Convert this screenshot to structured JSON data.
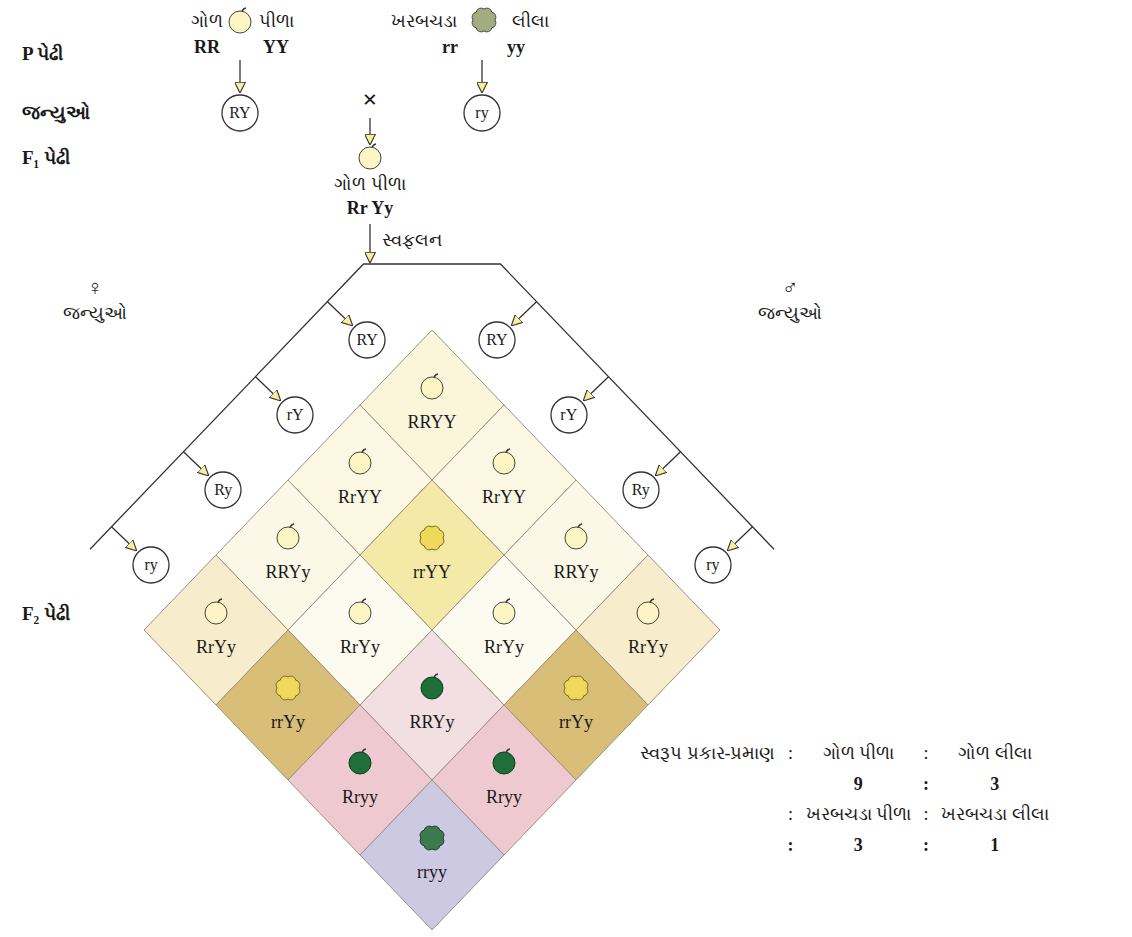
{
  "diagram": {
    "nodes": [
      {
        "text": [
          "RY"
        ]
      },
      {
        "text": [
          "ry"
        ]
      },
      {
        "text": [
          "RY"
        ]
      },
      {
        "text": [
          "rY"
        ]
      },
      {
        "text": [
          "Ry"
        ]
      },
      {
        "text": [
          "ry"
        ]
      },
      {
        "text": [
          "RY"
        ]
      },
      {
        "text": [
          "rY"
        ]
      },
      {
        "text": [
          "Ry"
        ]
      },
      {
        "text": [
          "ry"
        ]
      },
      {
        "text": [
          "RRYY"
        ]
      },
      {
        "text": [
          "RrYY"
        ]
      },
      {
        "text": [
          "RrYY"
        ]
      },
      {
        "text": [
          "RRYy"
        ]
      },
      {
        "text": [
          "rrYY"
        ]
      },
      {
        "text": [
          "RRYy"
        ]
      },
      {
        "text": [
          "RrYy"
        ]
      },
      {
        "text": [
          "RrYy"
        ]
      },
      {
        "text": [
          "RrYy"
        ]
      },
      {
        "text": [
          "RrYy"
        ]
      },
      {
        "text": [
          "rrYy"
        ]
      },
      {
        "text": [
          "RRYy"
        ]
      },
      {
        "text": [
          "rrYy"
        ]
      },
      {
        "text": [
          "Rryy"
        ]
      },
      {
        "text": [
          "Rryy"
        ]
      },
      {
        "text": [
          "rryy"
        ]
      }
    ],
    "labels": [
      "ગોળ",
      "પીળા",
      "ખરબચડા",
      "લીલા",
      "P પેઢી",
      "RR",
      "YY",
      "rr",
      "yy",
      "જન્યુઓ",
      "×",
      "F₁ પેઢી",
      "ગોળ પીળા",
      "Rr Yy",
      "સ્વફલન",
      "♀",
      "જન્યુઓ",
      "♂",
      "જન્યુઓ",
      "F₂ પેઢી",
      "સ્વરૂપ પ્રકાર-પ્રમાણ",
      ":",
      "ગોળ પીળા",
      ":",
      "ગોળ લીલા",
      "9",
      ":",
      "3",
      ":",
      "ખરબચડા પીળા",
      ":",
      "ખરબચડા લીલા",
      ":",
      "3",
      ":",
      "1"
    ]
  }
}
